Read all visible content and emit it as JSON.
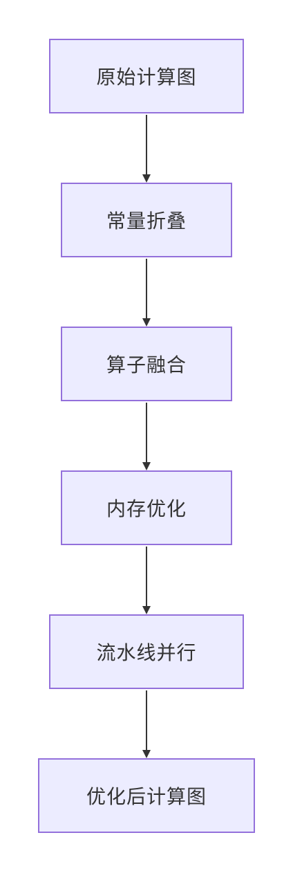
{
  "diagram": {
    "type": "flowchart",
    "direction": "top-down",
    "colors": {
      "node_fill": "#ececff",
      "node_border": "#9370db",
      "text": "#333333",
      "edge": "#333333"
    },
    "nodes": [
      {
        "id": "n1",
        "label": "原始计算图"
      },
      {
        "id": "n2",
        "label": "常量折叠"
      },
      {
        "id": "n3",
        "label": "算子融合"
      },
      {
        "id": "n4",
        "label": "内存优化"
      },
      {
        "id": "n5",
        "label": "流水线并行"
      },
      {
        "id": "n6",
        "label": "优化后计算图"
      }
    ],
    "edges": [
      {
        "from": "n1",
        "to": "n2"
      },
      {
        "from": "n2",
        "to": "n3"
      },
      {
        "from": "n3",
        "to": "n4"
      },
      {
        "from": "n4",
        "to": "n5"
      },
      {
        "from": "n5",
        "to": "n6"
      }
    ]
  }
}
